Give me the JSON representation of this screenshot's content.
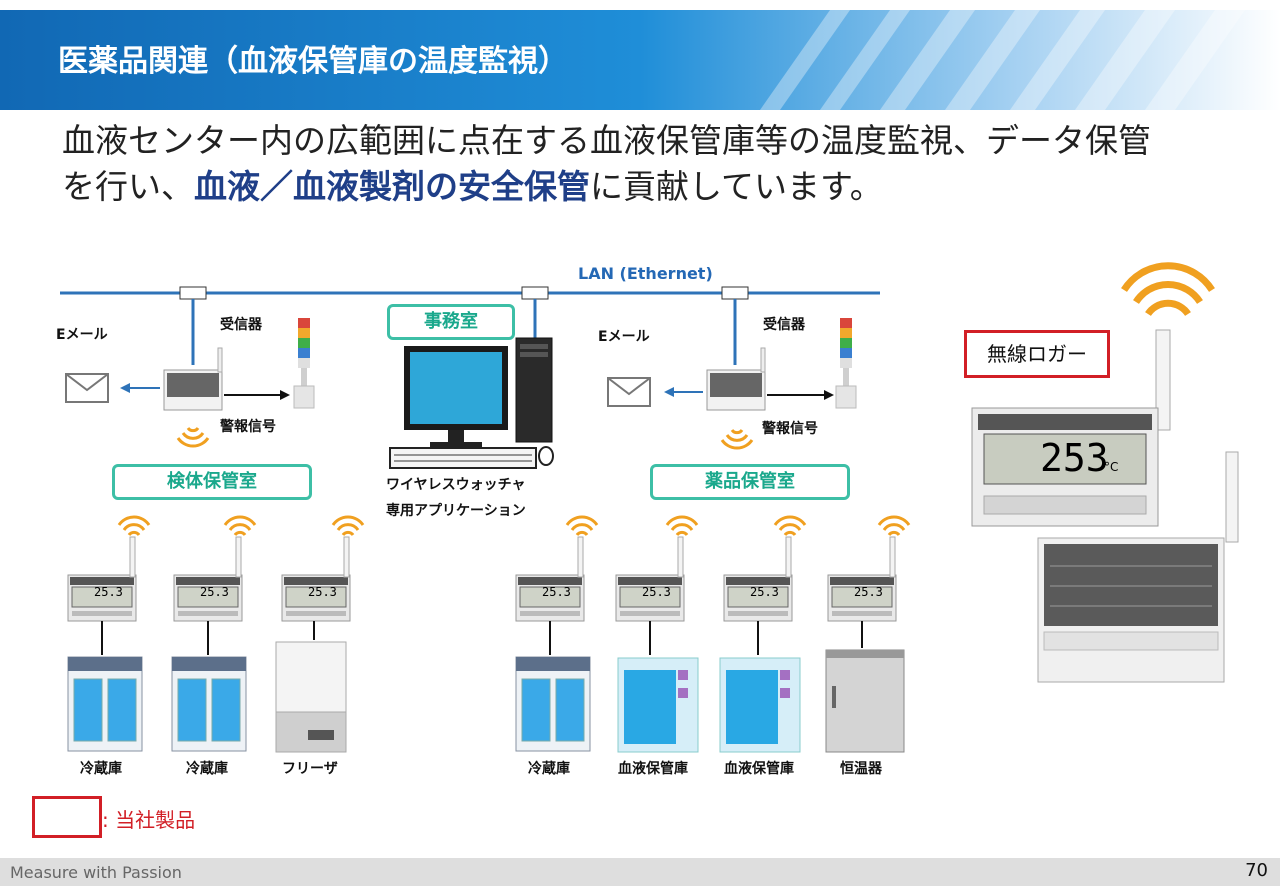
{
  "header": {
    "title_main": "医薬品関連",
    "title_sub": "（血液保管庫の温度監視）"
  },
  "intro": {
    "line1": "血液センター内の広範囲に点在する血液保管庫等の温度監視、データ保管",
    "line2_pre": "を行い、",
    "line2_em": "血液／血液製剤の安全保管",
    "line2_post": "に貢献しています。"
  },
  "diagram": {
    "lan_label": "LAN (Ethernet)",
    "office_label": "事務室",
    "app_label_1": "ワイヤレスウォッチャ",
    "app_label_2": "専用アプリケーション",
    "left": {
      "email": "Eメール",
      "receiver": "受信器",
      "alarm": "警報信号",
      "room": "検体保管室",
      "items": [
        "冷蔵庫",
        "冷蔵庫",
        "フリーザ"
      ]
    },
    "right": {
      "email": "Eメール",
      "receiver": "受信器",
      "alarm": "警報信号",
      "room": "薬品保管室",
      "items": [
        "冷蔵庫",
        "血液保管庫",
        "血液保管庫",
        "恒温器"
      ]
    },
    "wireless_logger_label": "無線ロガー",
    "lcd_value": "25.3",
    "big_lcd_value": "253",
    "lcd_unit": "°C"
  },
  "legend": {
    "text": ": 当社製品"
  },
  "footer": {
    "tagline": "Measure with Passion",
    "page": "70"
  }
}
